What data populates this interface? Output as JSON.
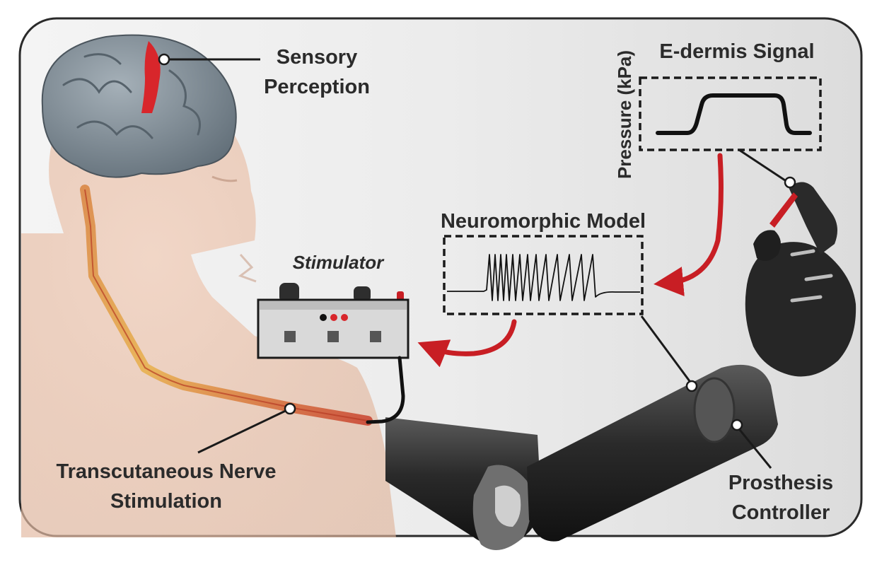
{
  "labels": {
    "sensory_line1": "Sensory",
    "sensory_line2": "Perception",
    "edermis_title": "E-dermis Signal",
    "pressure_axis": "Pressure (kPa)",
    "neuromorphic_title": "Neuromorphic Model",
    "stimulator_title": "Stimulator",
    "nerve_line1": "Transcutaneous Nerve",
    "nerve_line2": "Stimulation",
    "controller_line1": "Prosthesis",
    "controller_line2": "Controller"
  },
  "colors": {
    "accent_red": "#c81e24",
    "label_text": "#2b2b2b",
    "panel_border": "#2a2a2a",
    "brain_gray": "#7d8a94",
    "skin": "#e8c3ad",
    "prosthesis_dark": "#222222",
    "stimulator_body": "#d9d9d9"
  },
  "icons": {
    "brain": "brain-icon",
    "stimulator": "stimulator-device-icon",
    "hand": "prosthetic-hand-icon"
  }
}
